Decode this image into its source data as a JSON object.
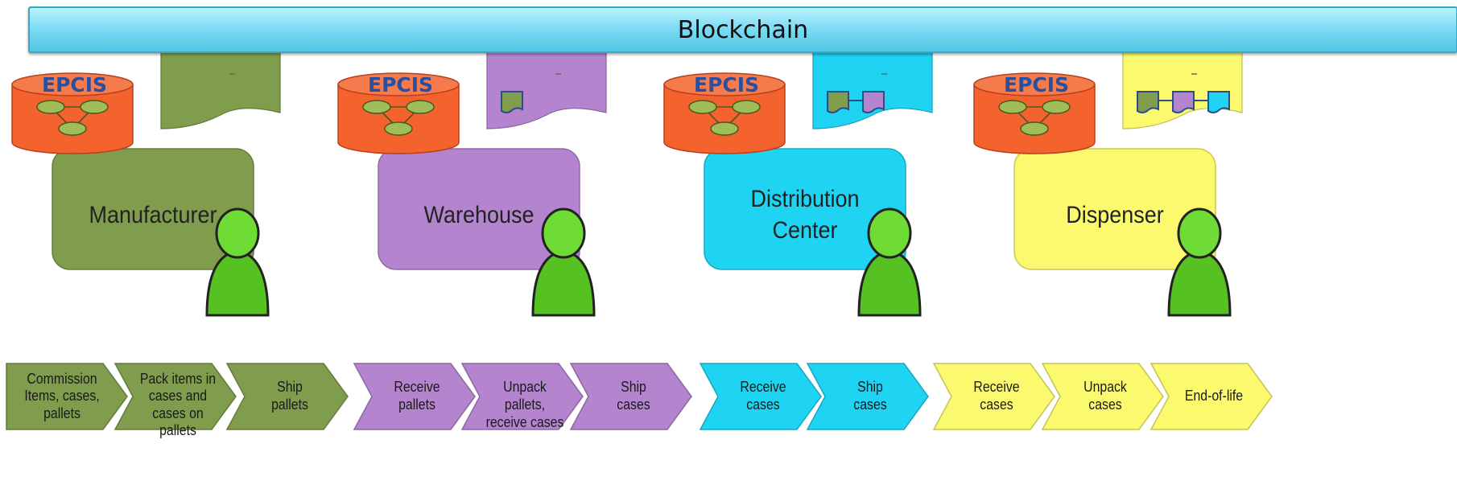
{
  "banner": {
    "title": "Blockchain"
  },
  "colors": {
    "green": "#7f9d4d",
    "purple": "#b484cf",
    "cyan": "#1fd4f2",
    "yellow": "#fbfa6e",
    "db_orange": "#f4622e",
    "person_green": "#55c221"
  },
  "nodes": [
    {
      "epcis": "EPCIS",
      "label": "Manufacturer",
      "color_key": "green",
      "doc_boxes": []
    },
    {
      "epcis": "EPCIS",
      "label": "Warehouse",
      "color_key": "purple",
      "doc_boxes": [
        "green"
      ]
    },
    {
      "epcis": "EPCIS",
      "label": "Distribution\nCenter",
      "color_key": "cyan",
      "doc_boxes": [
        "green",
        "purple"
      ]
    },
    {
      "epcis": "EPCIS",
      "label": "Dispenser",
      "color_key": "yellow",
      "doc_boxes": [
        "green",
        "purple",
        "cyan"
      ]
    }
  ],
  "steps": [
    {
      "text": "Commission\nItems, cases,\npallets",
      "color_key": "green"
    },
    {
      "text": "Pack items in\ncases and\ncases on pallets",
      "color_key": "green"
    },
    {
      "text": "Ship\npallets",
      "color_key": "green"
    },
    {
      "text": "Receive\npallets",
      "color_key": "purple"
    },
    {
      "text": "Unpack pallets,\nreceive cases",
      "color_key": "purple"
    },
    {
      "text": "Ship\ncases",
      "color_key": "purple"
    },
    {
      "text": "Receive\ncases",
      "color_key": "cyan"
    },
    {
      "text": "Ship\ncases",
      "color_key": "cyan"
    },
    {
      "text": "Receive\ncases",
      "color_key": "yellow"
    },
    {
      "text": "Unpack\ncases",
      "color_key": "yellow"
    },
    {
      "text": "End-of-life",
      "color_key": "yellow"
    }
  ]
}
